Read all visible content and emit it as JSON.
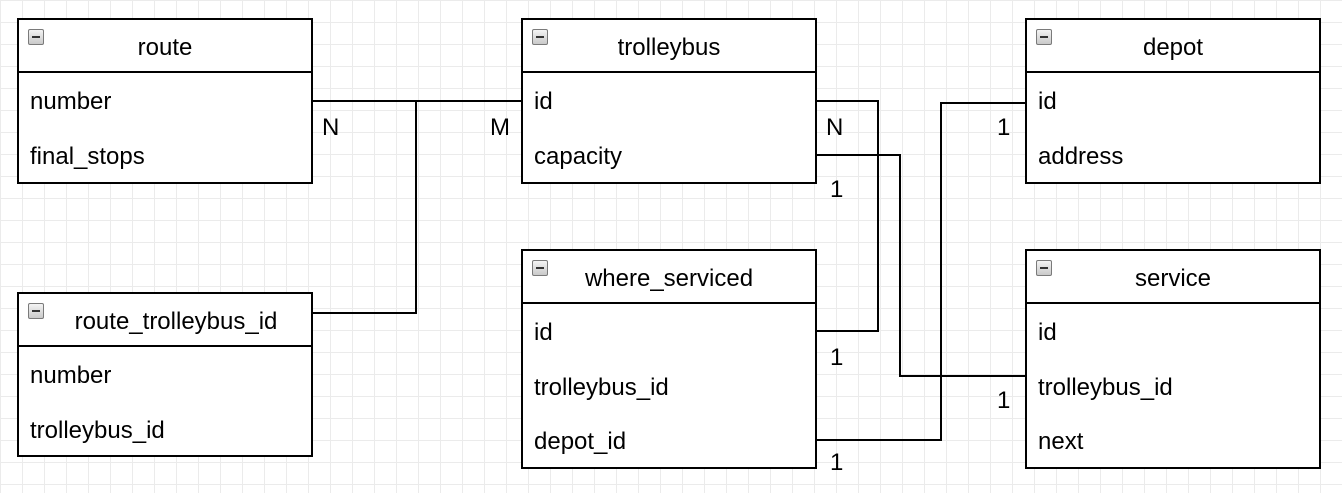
{
  "entities": {
    "route": {
      "title": "route",
      "fields": [
        "number",
        "final_stops"
      ]
    },
    "trolleybus": {
      "title": "trolleybus",
      "fields": [
        "id",
        "capacity"
      ]
    },
    "depot": {
      "title": "depot",
      "fields": [
        "id",
        "address"
      ]
    },
    "route_trolleybus_id": {
      "title": "route_trolleybus_id",
      "fields": [
        "number",
        "trolleybus_id"
      ]
    },
    "where_serviced": {
      "title": "where_serviced",
      "fields": [
        "id",
        "trolleybus_id",
        "depot_id"
      ]
    },
    "service": {
      "title": "service",
      "fields": [
        "id",
        "trolleybus_id",
        "next"
      ]
    }
  },
  "cardinalities": {
    "route_n": "N",
    "trolleybus_m": "M",
    "trolleybus_n": "N",
    "trolleybus_1": "1",
    "depot_1": "1",
    "where_serviced_1a": "1",
    "where_serviced_1b": "1",
    "service_1": "1"
  },
  "icons": {
    "collapse": "collapse-minus-icon"
  }
}
